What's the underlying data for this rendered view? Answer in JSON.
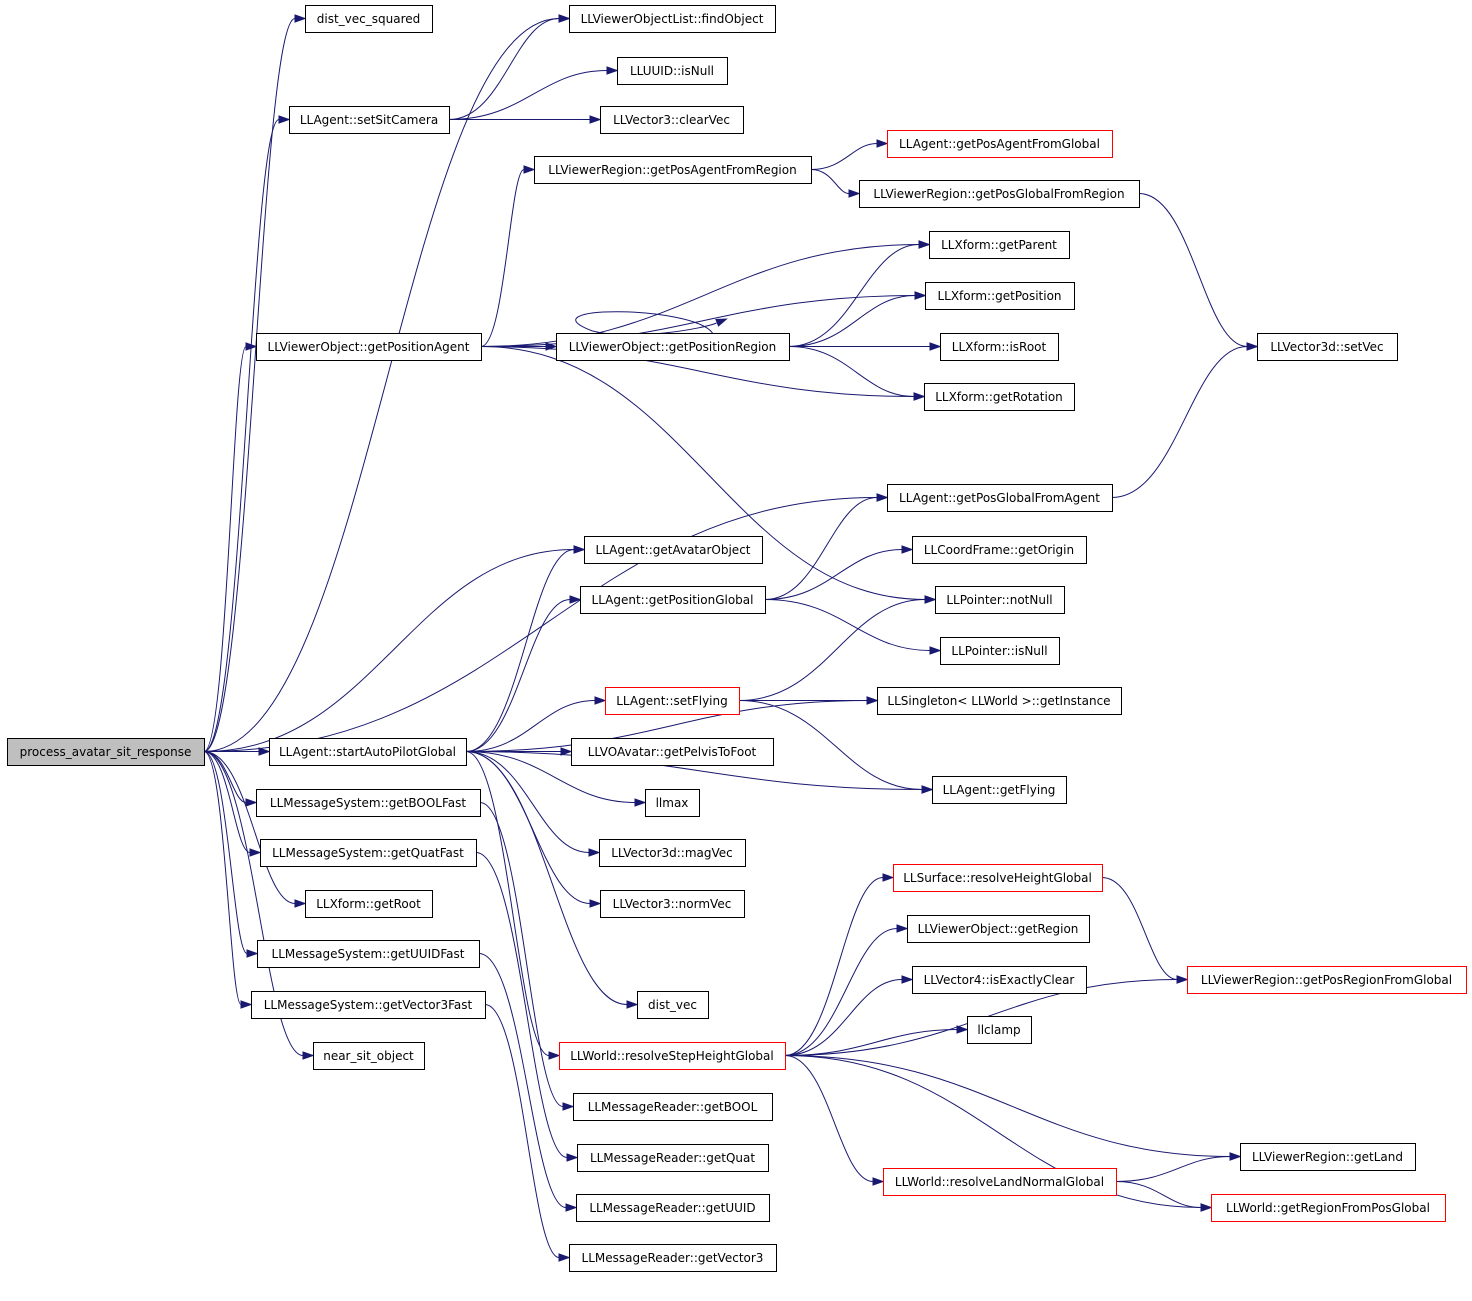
{
  "diagram": {
    "type": "call-graph",
    "colors": {
      "edge": "#191970",
      "root_fill": "#bfbfbf",
      "node_border": "#000000",
      "truncated_border": "#ff0000"
    },
    "nodes": {
      "n0": {
        "label": "process_avatar_sit_response",
        "root": true
      },
      "n1": {
        "label": "dist_vec_squared"
      },
      "n2": {
        "label": "LLViewerObjectList::findObject"
      },
      "n3": {
        "label": "LLAgent::setSitCamera"
      },
      "n4": {
        "label": "LLUUID::isNull"
      },
      "n5": {
        "label": "LLVector3::clearVec"
      },
      "n6": {
        "label": "LLViewerRegion::getPosAgentFromRegion"
      },
      "n7": {
        "label": "LLAgent::getPosAgentFromGlobal",
        "truncated": true
      },
      "n8": {
        "label": "LLViewerRegion::getPosGlobalFromRegion"
      },
      "n9": {
        "label": "LLXform::getParent"
      },
      "n10": {
        "label": "LLXform::getPosition"
      },
      "n11": {
        "label": "LLViewerObject::getPositionAgent"
      },
      "n12": {
        "label": "LLViewerObject::getPositionRegion"
      },
      "n13": {
        "label": "LLXform::isRoot"
      },
      "n14": {
        "label": "LLVector3d::setVec"
      },
      "n15": {
        "label": "LLXform::getRotation"
      },
      "n16": {
        "label": "LLAgent::getPosGlobalFromAgent"
      },
      "n17": {
        "label": "LLAgent::getAvatarObject"
      },
      "n18": {
        "label": "LLCoordFrame::getOrigin"
      },
      "n19": {
        "label": "LLAgent::getPositionGlobal"
      },
      "n20": {
        "label": "LLPointer::notNull"
      },
      "n21": {
        "label": "LLPointer::isNull"
      },
      "n22": {
        "label": "LLAgent::setFlying",
        "truncated": true
      },
      "n23": {
        "label": "LLSingleton< LLWorld >::getInstance"
      },
      "n24": {
        "label": "LLAgent::startAutoPilotGlobal"
      },
      "n25": {
        "label": "LLVOAvatar::getPelvisToFoot"
      },
      "n26": {
        "label": "LLMessageSystem::getBOOLFast"
      },
      "n27": {
        "label": "llmax"
      },
      "n28": {
        "label": "LLAgent::getFlying"
      },
      "n29": {
        "label": "LLMessageSystem::getQuatFast"
      },
      "n30": {
        "label": "LLVector3d::magVec"
      },
      "n31": {
        "label": "LLSurface::resolveHeightGlobal",
        "truncated": true
      },
      "n32": {
        "label": "LLXform::getRoot"
      },
      "n33": {
        "label": "LLVector3::normVec"
      },
      "n34": {
        "label": "LLViewerObject::getRegion"
      },
      "n35": {
        "label": "LLMessageSystem::getUUIDFast"
      },
      "n36": {
        "label": "LLVector4::isExactlyClear"
      },
      "n37": {
        "label": "LLViewerRegion::getPosRegionFromGlobal",
        "truncated": true
      },
      "n38": {
        "label": "LLMessageSystem::getVector3Fast"
      },
      "n39": {
        "label": "dist_vec"
      },
      "n40": {
        "label": "llclamp"
      },
      "n41": {
        "label": "near_sit_object"
      },
      "n42": {
        "label": "LLWorld::resolveStepHeightGlobal",
        "truncated": true
      },
      "n43": {
        "label": "LLMessageReader::getBOOL"
      },
      "n44": {
        "label": "LLMessageReader::getQuat"
      },
      "n45": {
        "label": "LLViewerRegion::getLand"
      },
      "n46": {
        "label": "LLWorld::resolveLandNormalGlobal",
        "truncated": true
      },
      "n47": {
        "label": "LLMessageReader::getUUID"
      },
      "n48": {
        "label": "LLWorld::getRegionFromPosGlobal",
        "truncated": true
      },
      "n49": {
        "label": "LLMessageReader::getVector3"
      }
    },
    "edges": [
      [
        "n0",
        "n1"
      ],
      [
        "n0",
        "n2"
      ],
      [
        "n0",
        "n3"
      ],
      [
        "n0",
        "n11"
      ],
      [
        "n0",
        "n16"
      ],
      [
        "n0",
        "n17"
      ],
      [
        "n0",
        "n24"
      ],
      [
        "n0",
        "n26"
      ],
      [
        "n0",
        "n29"
      ],
      [
        "n0",
        "n32"
      ],
      [
        "n0",
        "n35"
      ],
      [
        "n0",
        "n38"
      ],
      [
        "n0",
        "n41"
      ],
      [
        "n3",
        "n2"
      ],
      [
        "n3",
        "n4"
      ],
      [
        "n3",
        "n5"
      ],
      [
        "n6",
        "n7"
      ],
      [
        "n6",
        "n8"
      ],
      [
        "n8",
        "n14"
      ],
      [
        "n11",
        "n6"
      ],
      [
        "n11",
        "n9"
      ],
      [
        "n11",
        "n10"
      ],
      [
        "n11",
        "n12"
      ],
      [
        "n11",
        "n15"
      ],
      [
        "n11",
        "n20"
      ],
      [
        "n12",
        "n12"
      ],
      [
        "n12",
        "n9"
      ],
      [
        "n12",
        "n10"
      ],
      [
        "n12",
        "n13"
      ],
      [
        "n12",
        "n15"
      ],
      [
        "n16",
        "n14"
      ],
      [
        "n19",
        "n16"
      ],
      [
        "n19",
        "n18"
      ],
      [
        "n19",
        "n21"
      ],
      [
        "n22",
        "n20"
      ],
      [
        "n22",
        "n23"
      ],
      [
        "n22",
        "n28"
      ],
      [
        "n24",
        "n17"
      ],
      [
        "n24",
        "n19"
      ],
      [
        "n24",
        "n22"
      ],
      [
        "n24",
        "n23"
      ],
      [
        "n24",
        "n25"
      ],
      [
        "n24",
        "n27"
      ],
      [
        "n24",
        "n30"
      ],
      [
        "n24",
        "n33"
      ],
      [
        "n24",
        "n28"
      ],
      [
        "n24",
        "n39"
      ],
      [
        "n24",
        "n42"
      ],
      [
        "n26",
        "n43"
      ],
      [
        "n29",
        "n44"
      ],
      [
        "n35",
        "n47"
      ],
      [
        "n38",
        "n49"
      ],
      [
        "n42",
        "n31"
      ],
      [
        "n42",
        "n34"
      ],
      [
        "n42",
        "n36"
      ],
      [
        "n42",
        "n40"
      ],
      [
        "n42",
        "n37"
      ],
      [
        "n42",
        "n45"
      ],
      [
        "n42",
        "n46"
      ],
      [
        "n42",
        "n48"
      ],
      [
        "n31",
        "n37"
      ],
      [
        "n46",
        "n45"
      ],
      [
        "n46",
        "n48"
      ]
    ]
  }
}
